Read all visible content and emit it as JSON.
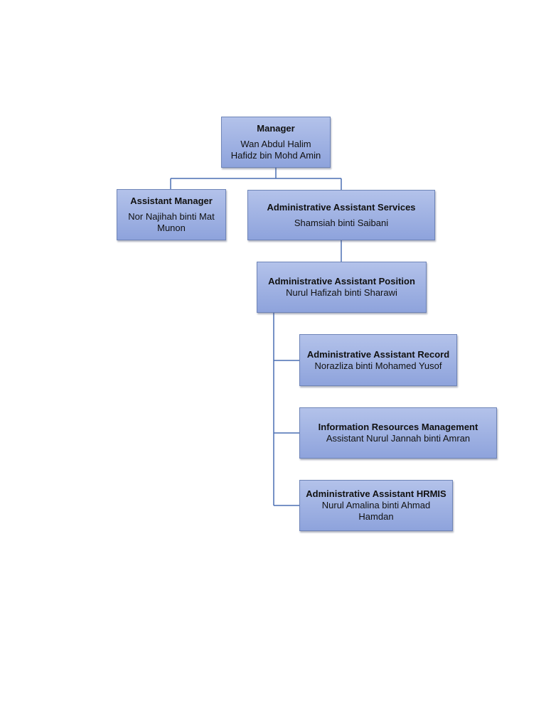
{
  "org_chart": {
    "manager": {
      "title": "Manager",
      "name_line1": "Wan Abdul Halim",
      "name_line2": "Hafidz bin Mohd Amin"
    },
    "assistant_manager": {
      "title": "Assistant Manager",
      "name_line1": "Nor Najihah binti Mat",
      "name_line2": "Munon"
    },
    "admin_services": {
      "title": "Administrative Assistant Services",
      "name_line1": "Shamsiah binti Saibani"
    },
    "admin_position": {
      "title": "Administrative Assistant Position",
      "name_line1": "Nurul Hafizah binti Sharawi"
    },
    "admin_record": {
      "title": "Administrative Assistant Record",
      "name_line1": "Norazliza binti Mohamed Yusof"
    },
    "info_resources": {
      "title": "Information Resources Management",
      "name_line1": "Assistant Nurul Jannah binti Amran"
    },
    "admin_hrmis": {
      "title": "Administrative Assistant HRMIS",
      "name_line1": "Nurul Amalina binti Ahmad",
      "name_line2": "Hamdan"
    }
  },
  "colors": {
    "box_fill_top": "#b3c2ea",
    "box_fill_bottom": "#8ea3dc",
    "box_border": "#6f85b8",
    "connector": "#4a6fb3"
  }
}
